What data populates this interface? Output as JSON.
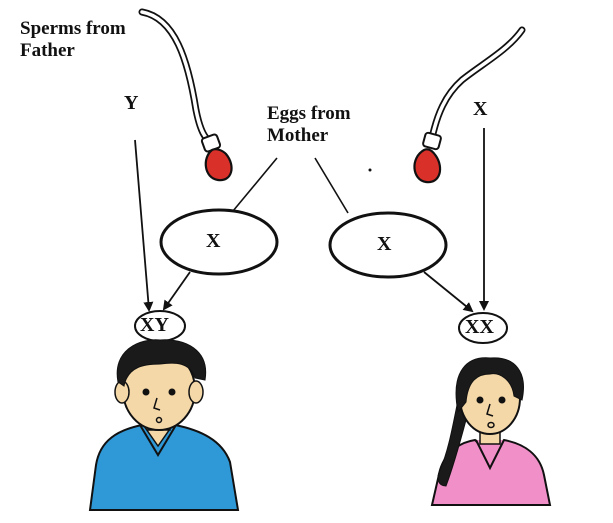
{
  "title_father": [
    "Sperms from",
    "Father"
  ],
  "title_mother": [
    "Eggs from",
    "Mother"
  ],
  "sperm_left_chromosome": "Y",
  "sperm_right_chromosome": "X",
  "egg_left_chromosome": "X",
  "egg_right_chromosome": "X",
  "child_left_genotype": "XY",
  "child_right_genotype": "XX",
  "colors": {
    "sperm_head": "#d9302a",
    "boy_shirt": "#2f98d6",
    "girl_shirt": "#f08fc8",
    "skin": "#f4d8a8",
    "hair": "#1a1a1a",
    "line": "#111111"
  }
}
